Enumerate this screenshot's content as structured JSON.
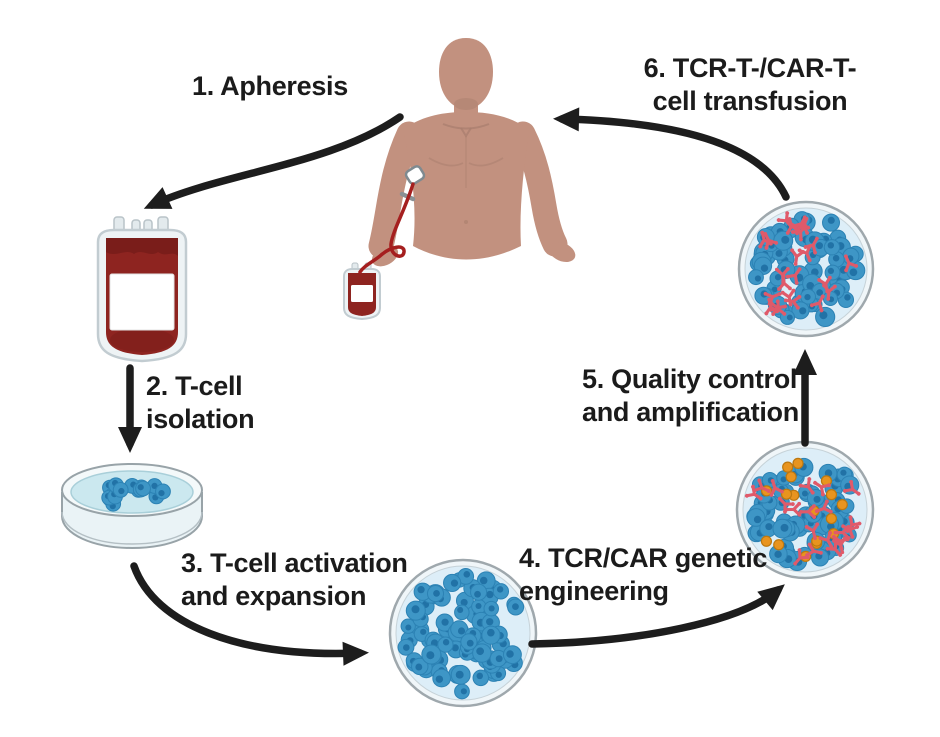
{
  "steps": [
    {
      "name": "apheresis",
      "lines": [
        "1. Apheresis"
      ]
    },
    {
      "name": "t-cell-isolation",
      "lines": [
        "2. T-cell",
        "isolation"
      ]
    },
    {
      "name": "t-cell-activation-and-expansion",
      "lines": [
        "3. T-cell activation",
        "and expansion"
      ]
    },
    {
      "name": "tcr-car-genetic-engineering",
      "lines": [
        "4. TCR/CAR genetic",
        "engineering"
      ]
    },
    {
      "name": "quality-control-and-amplification",
      "lines": [
        "5. Quality control",
        "and amplification"
      ]
    },
    {
      "name": "tcr-t-car-t-cell-transfusion",
      "lines": [
        "6. TCR-T-/CAR-T-",
        "cell transfusion"
      ]
    }
  ],
  "icons": {
    "patient": "patient-torso",
    "blood_bag_large": "blood-bag-icon",
    "blood_bag_small": "collection-bag-icon",
    "tube": "apheresis-tube",
    "dish_isolated": "petri-dish-with-isolated-t-cells",
    "dish_expanded": "dish-with-expanded-t-cells",
    "dish_engineered": "dish-with-engineered-t-cells-and-vectors",
    "dish_final": "dish-with-car-t-cells",
    "arrows": "black-cycle-arrows"
  },
  "colors": {
    "background": "#ffffff",
    "text": "#1b1b1b",
    "arrow": "#1d1d1d",
    "blood_dark": "#8e2420",
    "blood_deep": "#7a1d1a",
    "bag_shell": "#eef3f5",
    "bag_outline": "#c2ccd1",
    "label_white": "#ffffff",
    "tube_red": "#a51f1f",
    "skin": "#c2917f",
    "skin_shade": "#a87e6d",
    "dish_rim": "#9fa8ad",
    "dish_ring": "#f0f6f9",
    "dish_fill": "#ddeef8",
    "dish_liquid": "#cbe8ef",
    "cell_body": "#3e96c6",
    "cell_edge": "#2c82b4",
    "cell_nucleus": "#2172a6",
    "antibody_pink": "#e05a6a",
    "vector_orange": "#e8941f",
    "vector_edge": "#bd7810"
  },
  "dishes": {
    "isolated": {
      "cells": 18
    },
    "expanded": {
      "cells": 80
    },
    "engineered": {
      "cells": 66,
      "antibodies": 20,
      "vectors": 17
    },
    "final": {
      "cells": 66,
      "antibodies": 24
    }
  }
}
